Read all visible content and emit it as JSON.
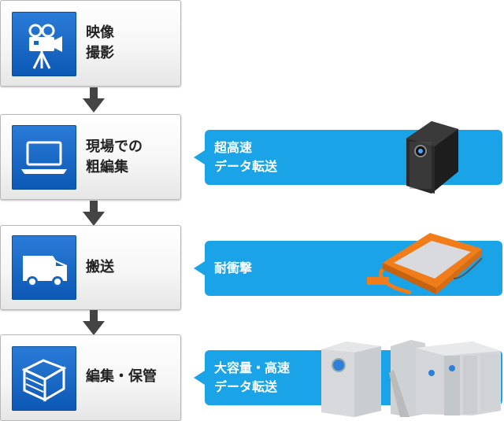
{
  "steps": [
    {
      "label": "映像\n撮影",
      "icon": "video-camera-icon"
    },
    {
      "label": "現場での\n粗編集",
      "icon": "laptop-icon"
    },
    {
      "label": "搬送",
      "icon": "van-icon"
    },
    {
      "label": "編集・保管",
      "icon": "server-rack-icon"
    }
  ],
  "callouts": [
    {
      "text": "超高速\nデータ転送",
      "product": "thunderbolt-drive-image"
    },
    {
      "text": "耐衝撃",
      "product": "rugged-drive-image"
    },
    {
      "text": "大容量・高速\nデータ転送",
      "product": "raid-drives-image"
    }
  ],
  "colors": {
    "icon_tile": "#1565c0",
    "callout": "#1aa3e6",
    "arrow": "#444444",
    "rugged_orange": "#f07d1a"
  }
}
